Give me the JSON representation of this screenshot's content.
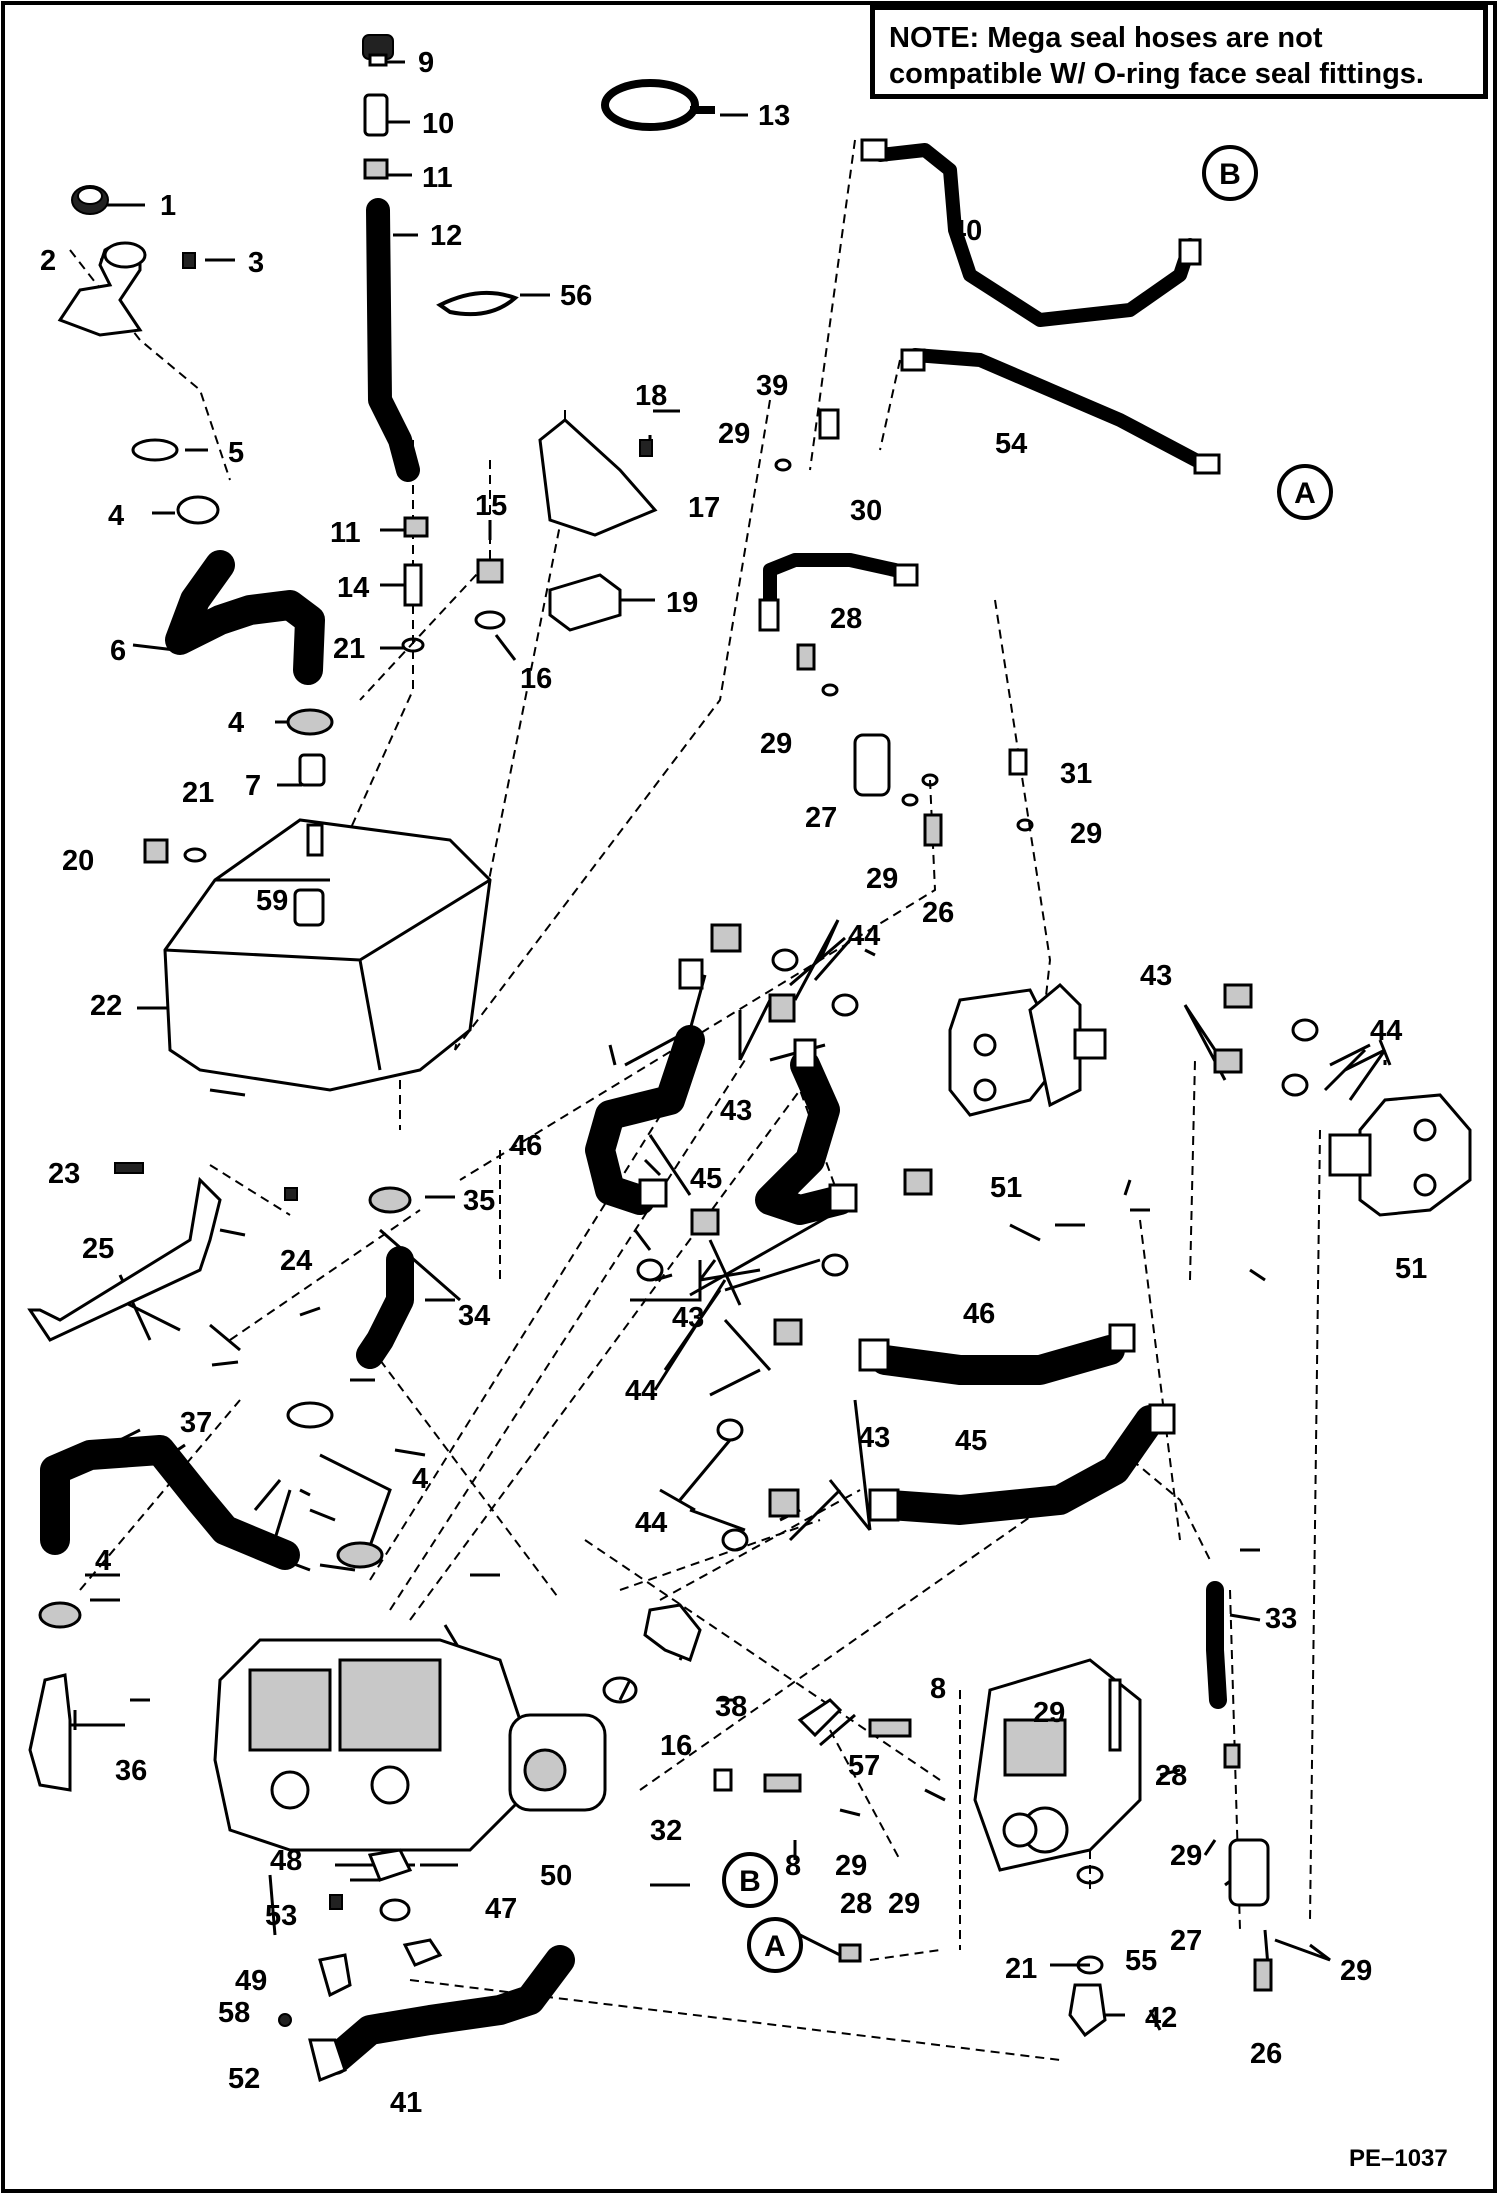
{
  "note": {
    "line1": "NOTE: Mega seal hoses are not",
    "line2": "compatible W/ O-ring face seal fittings."
  },
  "document_code": "PE–1037",
  "connectors": {
    "A": "A",
    "B": "B"
  },
  "callouts": [
    "1",
    "2",
    "3",
    "4",
    "5",
    "6",
    "7",
    "8",
    "9",
    "10",
    "11",
    "12",
    "13",
    "14",
    "15",
    "16",
    "17",
    "18",
    "19",
    "20",
    "21",
    "22",
    "23",
    "24",
    "25",
    "26",
    "27",
    "28",
    "29",
    "30",
    "31",
    "32",
    "33",
    "34",
    "35",
    "36",
    "37",
    "38",
    "39",
    "40",
    "41",
    "42",
    "43",
    "44",
    "45",
    "46",
    "47",
    "48",
    "49",
    "50",
    "51",
    "52",
    "53",
    "54",
    "55",
    "56",
    "57",
    "58",
    "59"
  ]
}
